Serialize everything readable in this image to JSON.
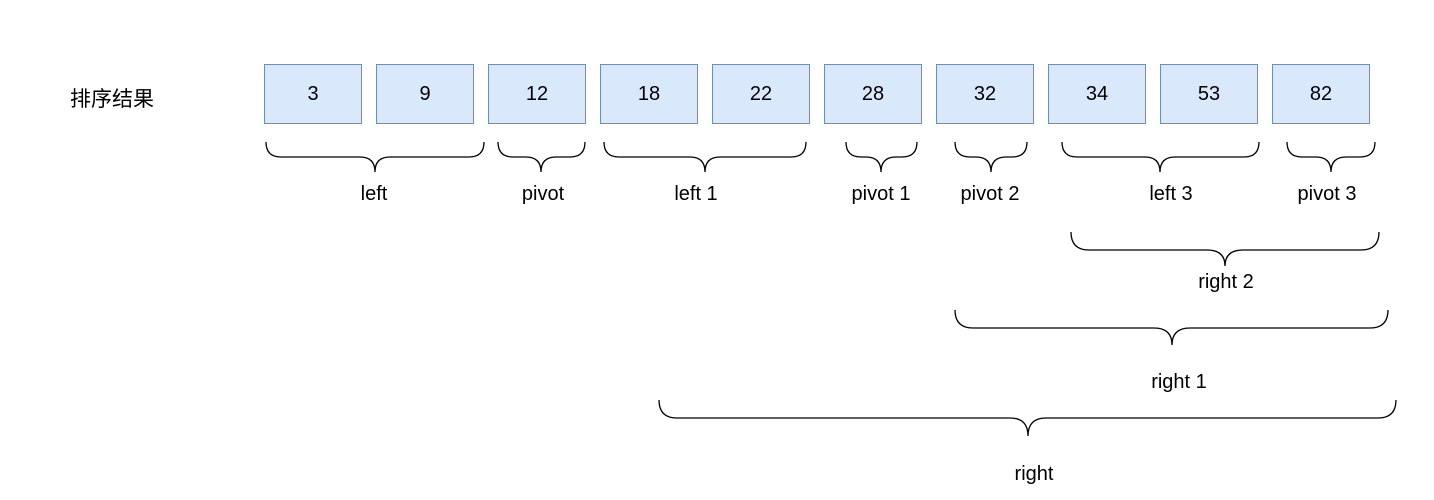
{
  "row_label": "排序结果",
  "cells": [
    "3",
    "9",
    "12",
    "18",
    "22",
    "28",
    "32",
    "34",
    "53",
    "82"
  ],
  "braces": [
    {
      "label": "left"
    },
    {
      "label": "pivot"
    },
    {
      "label": "left 1"
    },
    {
      "label": "pivot 1"
    },
    {
      "label": "pivot 2"
    },
    {
      "label": "left 3"
    },
    {
      "label": "pivot 3"
    },
    {
      "label": "right 2"
    },
    {
      "label": "right 1"
    },
    {
      "label": "right"
    }
  ],
  "colors": {
    "cell_fill": "#dae8fc",
    "cell_border": "#6c8ebf"
  }
}
